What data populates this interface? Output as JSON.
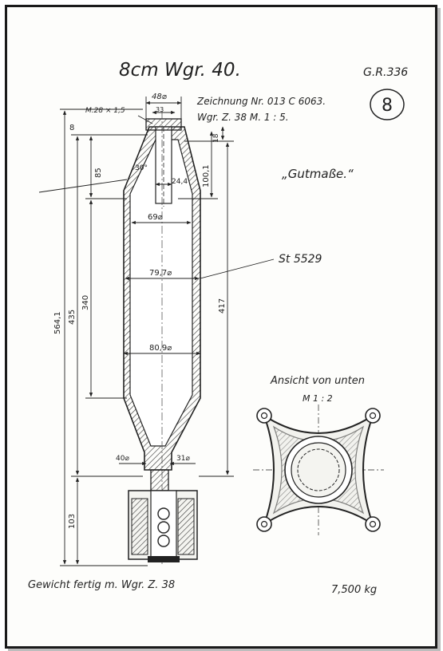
{
  "header": {
    "title": "8cm Wgr. 40.",
    "sheet_ref": "G.R.336",
    "drawing_no": "Zeichnung Nr. 013 C 6063.",
    "scale_line": "Wgr. Z. 38   M. 1 : 5.",
    "page_number": "8"
  },
  "labels": {
    "gutmasse": "„Gutmaße.“",
    "material": "St 5529",
    "bottom_view_title": "Ansicht von unten",
    "bottom_view_scale": "M 1 : 2"
  },
  "dimensions": {
    "d_48": "48⌀",
    "thread": "M.28 × 1,5",
    "d_33": "33",
    "d_8": "8",
    "d_18": "18",
    "d_85": "85",
    "d_30deg": "30°",
    "d_100": "100,1",
    "d_24": "24,4",
    "d_69": "69⌀",
    "d_340": "340",
    "d_435": "435",
    "d_564": "564,1",
    "d_79": "79,7⌀",
    "d_417": "417",
    "d_80": "80,9⌀",
    "d_40": "40⌀",
    "d_31": "31⌀",
    "d_103": "103"
  },
  "footer": {
    "weight_label": "Gewicht fertig m. Wgr. Z. 38",
    "weight_value": "7,500 kg"
  }
}
